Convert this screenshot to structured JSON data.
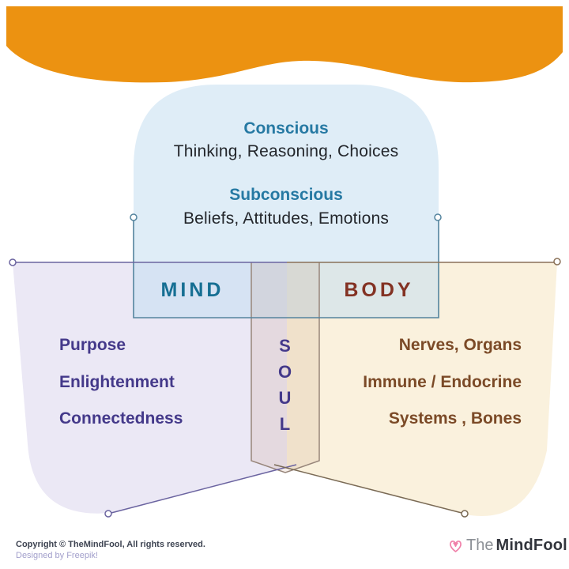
{
  "consciousness": {
    "conscious_title": "Conscious",
    "conscious_desc": "Thinking, Reasoning, Choices",
    "subconscious_title": "Subconscious",
    "subconscious_desc": "Beliefs, Attitudes, Emotions"
  },
  "mind": {
    "label": "MIND",
    "items": [
      "Purpose",
      "Enlightenment",
      "Connectedness"
    ]
  },
  "body_section": {
    "label": "BODY",
    "items": [
      "Nerves, Organs",
      "Immune / Endocrine",
      "Systems , Bones"
    ]
  },
  "soul": {
    "label": "SOUL",
    "letters": [
      "S",
      "O",
      "U",
      "L"
    ]
  },
  "footer": {
    "copyright": "Copyright © TheMindFool, All rights reserved.",
    "designed_by": "Designed by Freepik!",
    "logo_prefix": "The",
    "logo_suffix": "MindFool",
    "logo_icon": "tulip-heart-icon"
  },
  "colors": {
    "wave_orange": "#EC9211",
    "consciousness_blue": "#E2EFF8",
    "mind_panel_lavender": "#EBE8F5",
    "body_panel_tan": "#FAF1DD",
    "heading_blue": "#2679A3",
    "mind_accent": "#166F93",
    "body_accent": "#833223",
    "soul_purple": "#44398A",
    "body_list_brown": "#7B4A27",
    "logo_pink": "#F07FA8",
    "line_purple": "#6B64A0",
    "line_brown": "#8A7158",
    "line_steelblue": "#54849E"
  }
}
